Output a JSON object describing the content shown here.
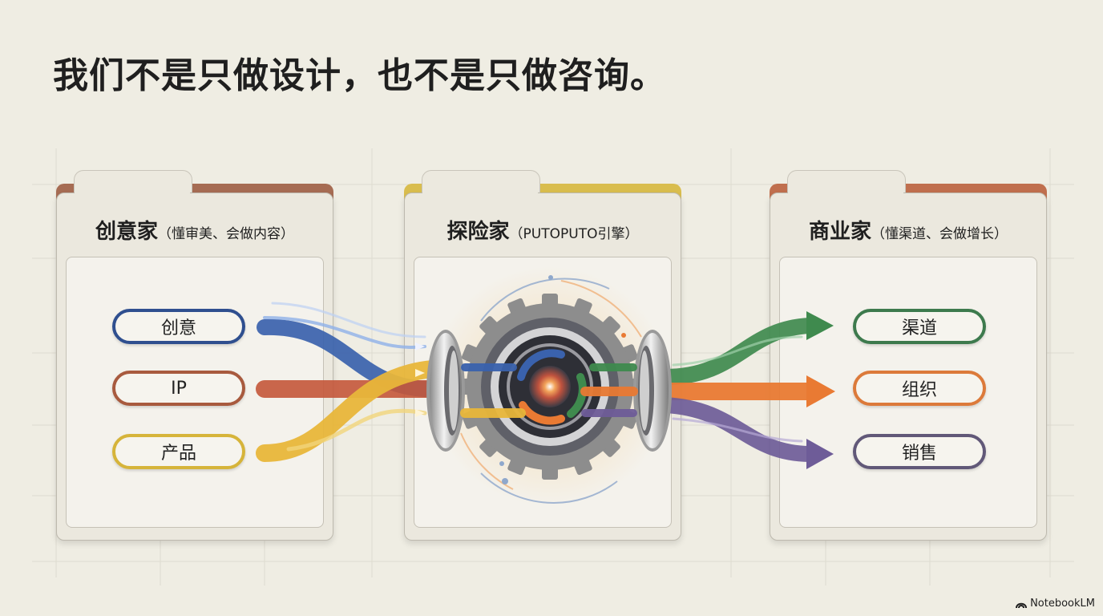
{
  "title": "我们不是只做设计，也不是只做咨询。",
  "panels": [
    {
      "heading": "创意家",
      "subtitle": "（懂审美、会做内容）",
      "accent": "#a66c53",
      "items": [
        {
          "label": "创意",
          "color": "#2f4f8f"
        },
        {
          "label": "IP",
          "color": "#a85a3e"
        },
        {
          "label": "产品",
          "color": "#d6b43a"
        }
      ]
    },
    {
      "heading": "探险家",
      "subtitle": "（PUTOPUTO引擎）",
      "accent": "#d9bd4e",
      "items": []
    },
    {
      "heading": "商业家",
      "subtitle": "（懂渠道、会做增长）",
      "accent": "#c06f4e",
      "items": [
        {
          "label": "渠道",
          "color": "#3d7a4d"
        },
        {
          "label": "组织",
          "color": "#dc7a3a"
        },
        {
          "label": "销售",
          "color": "#615878"
        }
      ]
    }
  ],
  "brand": "NotebookLM",
  "colors": {
    "blue": "#3a62ad",
    "red": "#c4573a",
    "yellow": "#e8b63a",
    "green": "#3f8a4e",
    "orange": "#e97a33",
    "purple": "#6e5c98"
  }
}
